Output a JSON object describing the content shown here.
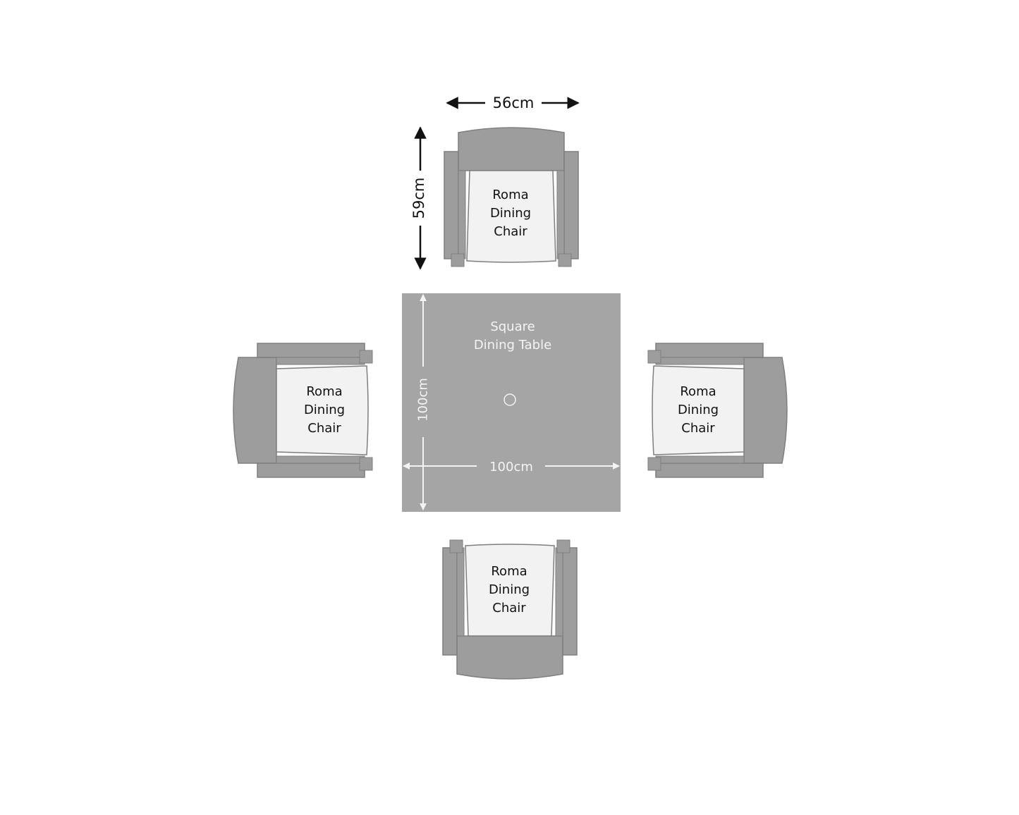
{
  "colors": {
    "background": "#ffffff",
    "table": "#a5a5a5",
    "chair_frame": "#9d9d9d",
    "chair_outline": "#7f7f7f",
    "seat": "#f2f2f2",
    "dark_text": "#111111",
    "light_text": "#f4f4f4"
  },
  "table": {
    "label_line1": "Square",
    "label_line2": "Dining Table",
    "width_label": "100cm",
    "depth_label": "100cm"
  },
  "chairs": {
    "top": {
      "line1": "Roma",
      "line2": "Dining",
      "line3": "Chair"
    },
    "left": {
      "line1": "Roma",
      "line2": "Dining",
      "line3": "Chair"
    },
    "right": {
      "line1": "Roma",
      "line2": "Dining",
      "line3": "Chair"
    },
    "bottom": {
      "line1": "Roma",
      "line2": "Dining",
      "line3": "Chair"
    }
  },
  "chair_dimensions": {
    "width_label": "56cm",
    "depth_label": "59cm"
  }
}
